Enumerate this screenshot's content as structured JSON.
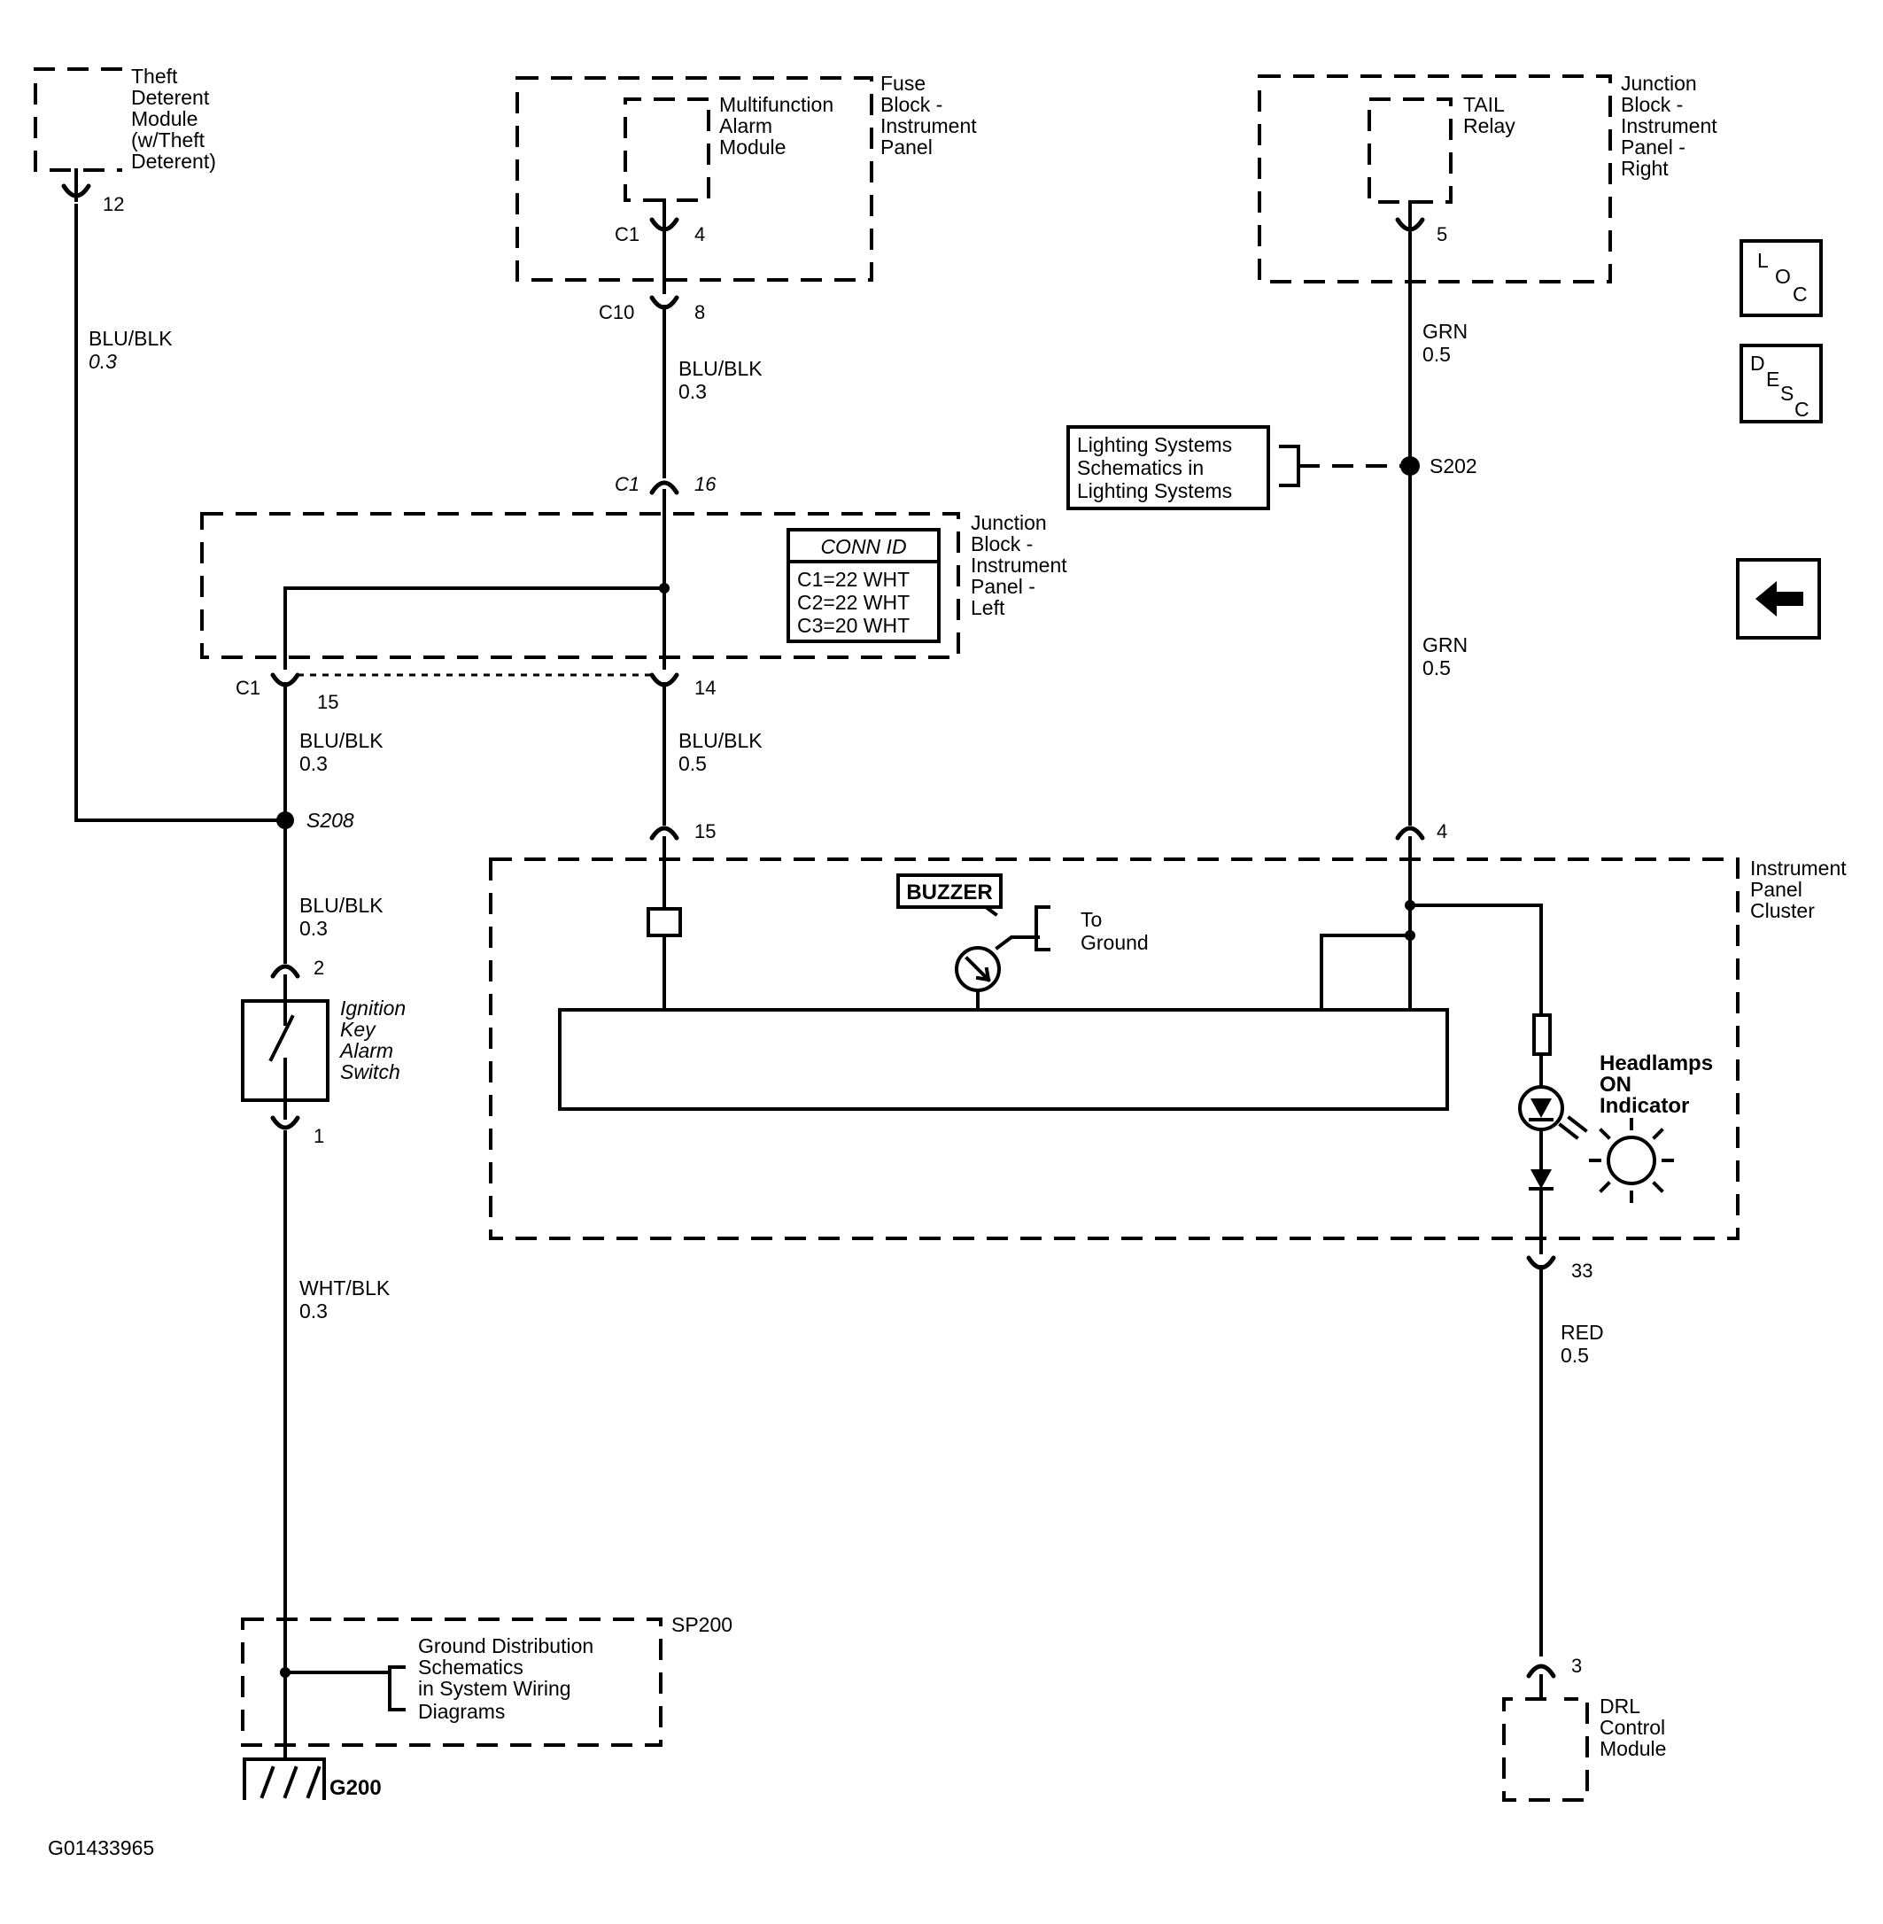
{
  "components": {
    "theft_deterrent": [
      "Theft",
      "Deterent",
      "Module",
      "(w/Theft",
      "Deterent)"
    ],
    "fuse_block": [
      "Fuse",
      "Block -",
      "Instrument",
      "Panel"
    ],
    "alarm_module": [
      "Multifunction",
      "Alarm",
      "Module"
    ],
    "jb_right": [
      "Junction",
      "Block -",
      "Instrument",
      "Panel -",
      "Right"
    ],
    "tail_relay": [
      "TAIL",
      "Relay"
    ],
    "jb_left": [
      "Junction",
      "Block -",
      "Instrument",
      "Panel -",
      "Left"
    ],
    "lighting_ref": [
      "Lighting Systems",
      "Schematics in",
      "Lighting Systems"
    ],
    "cluster": [
      "Instrument",
      "Panel",
      "Cluster"
    ],
    "buzzer": "BUZZER",
    "to_ground": [
      "To",
      "Ground"
    ],
    "headlamps_indicator": [
      "Headlamps",
      "ON",
      "Indicator"
    ],
    "ignition_switch": [
      "Ignition",
      "Key",
      "Alarm",
      "Switch"
    ],
    "ground_ref": [
      "Ground Distribution",
      "Schematics",
      "in System Wiring",
      "Diagrams"
    ],
    "drl_module": [
      "DRL",
      "Control",
      "Module"
    ]
  },
  "conn_id": {
    "header": "CONN ID",
    "rows": [
      "C1=22 WHT",
      "C2=22 WHT",
      "C3=20 WHT"
    ]
  },
  "wires": {
    "theft": [
      "BLU/BLK",
      "0.3"
    ],
    "alarm_out": [
      "BLU/BLK",
      "0.3"
    ],
    "tail_upper": [
      "GRN",
      "0.5"
    ],
    "tail_lower": [
      "GRN",
      "0.5"
    ],
    "jb15_out": [
      "BLU/BLK",
      "0.3"
    ],
    "jb14_out": [
      "BLU/BLK",
      "0.5"
    ],
    "s208_out": [
      "BLU/BLK",
      "0.3"
    ],
    "switch_out": [
      "WHT/BLK",
      "0.3"
    ],
    "drl": [
      "RED",
      "0.5"
    ]
  },
  "pins": {
    "theft_12": "12",
    "alarm_c1": "C1",
    "alarm_4": "4",
    "fuse_c10": "C10",
    "fuse_8": "8",
    "tail_5": "5",
    "jb_c1_top": "C1",
    "jb_16": "16",
    "jb_c1_left": "C1",
    "jb_15": "15",
    "jb_14": "14",
    "ipc_15": "15",
    "ipc_4": "4",
    "sw_2": "2",
    "sw_1": "1",
    "ipc_33": "33",
    "drl_3": "3"
  },
  "splices": {
    "s202": "S202",
    "s208": "S208",
    "sp200": "SP200",
    "g200": "G200"
  },
  "nav": {
    "loc": [
      "L",
      "O",
      "C"
    ],
    "desc": [
      "D",
      "E",
      "S",
      "C"
    ],
    "back_icon": "left-arrow-icon"
  },
  "figure_id": "G01433965"
}
